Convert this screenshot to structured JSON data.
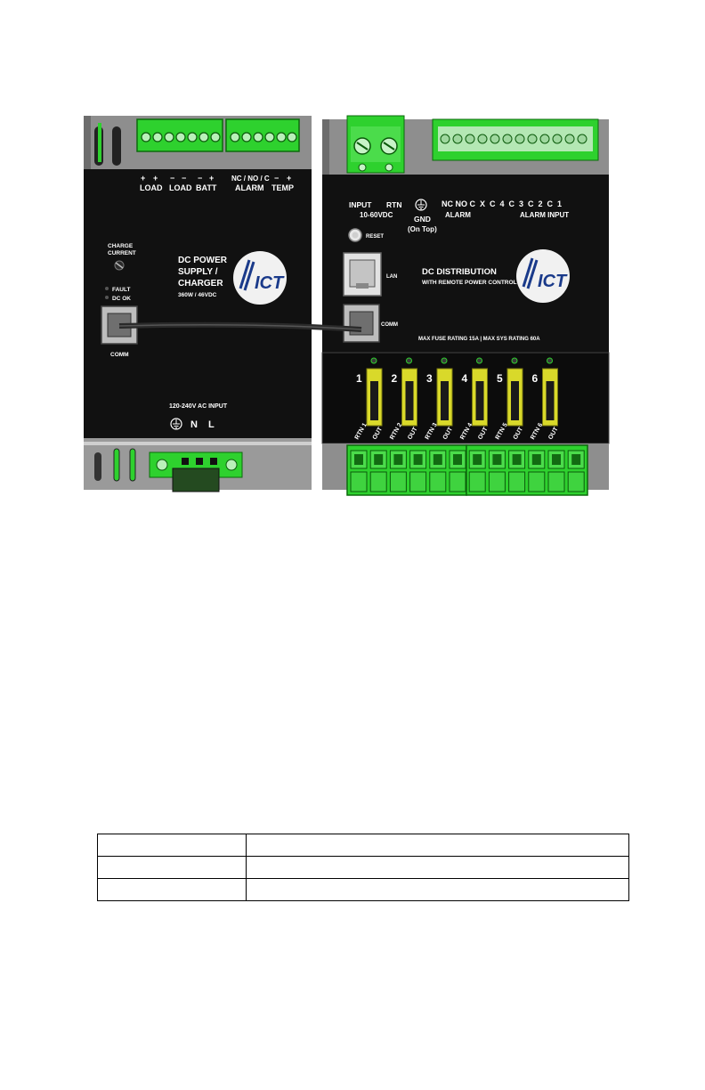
{
  "psu": {
    "labels": {
      "plus1": "+",
      "plus2": "+",
      "load1": "LOAD",
      "minus1": "−",
      "minus2": "−",
      "load2": "LOAD",
      "minus3": "−",
      "plus3": "+",
      "batt": "BATT",
      "ncnoc": "NC / NO / C",
      "alarm": "ALARM",
      "minus4": "−",
      "plus4": "+",
      "temp": "TEMP",
      "charge": "CHARGE",
      "current": "CURRENT",
      "fault": "FAULT",
      "dcok": "DC OK",
      "comm": "COMM",
      "title1": "DC POWER",
      "title2": "SUPPLY /",
      "title3": "CHARGER",
      "rating": "360W / 46VDC",
      "acinput": "120-240V AC INPUT",
      "n": "N",
      "l": "L"
    },
    "logo": "ICT"
  },
  "dist": {
    "labels": {
      "input": "INPUT",
      "rtn": "RTN",
      "voltage": "10-60VDC",
      "gnd": "GND",
      "ontop": "(On Top)",
      "alarmpins": "NC NO C  X  C  4  C  3  C  2  C  1",
      "alarm": "ALARM",
      "alarminput": "ALARM INPUT",
      "reset": "RESET",
      "lan": "LAN",
      "comm": "COMM",
      "title": "DC DISTRIBUTION",
      "subtitle": "WITH REMOTE POWER CONTROL",
      "fuserating": "MAX FUSE RATING 15A | MAX SYS RATING 60A"
    },
    "logo": "ICT",
    "channels": [
      "1",
      "2",
      "3",
      "4",
      "5",
      "6"
    ],
    "rtn": [
      "RTN",
      "RTN",
      "RTN",
      "RTN",
      "RTN",
      "RTN"
    ],
    "out": [
      "OUT",
      "OUT",
      "OUT",
      "OUT",
      "OUT",
      "OUT"
    ]
  },
  "colors": {
    "terminal_green": "#2ed12e",
    "panel_black": "#111111",
    "housing_grey": "#8a8a8a",
    "fuse_yellow": "#d9d92a"
  }
}
